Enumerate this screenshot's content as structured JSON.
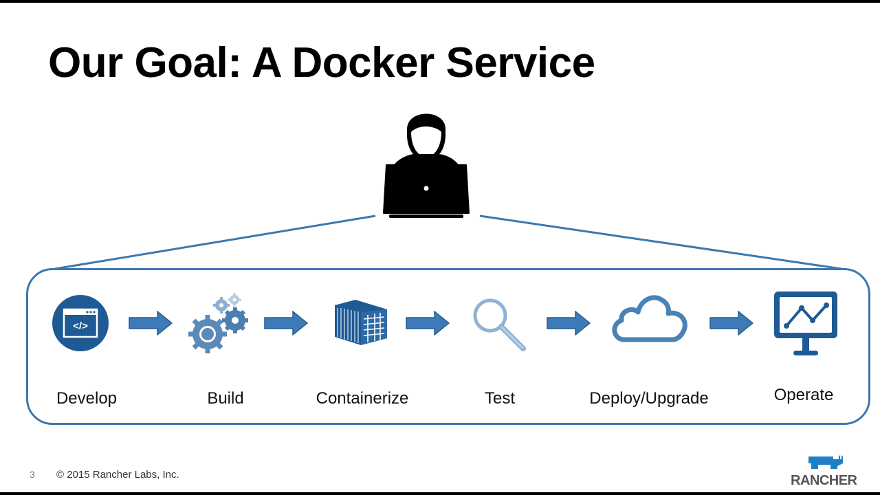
{
  "slide": {
    "title": "Our Goal: A Docker Service",
    "page_number": "3",
    "copyright": "© 2015 Rancher Labs, Inc.",
    "logo_text": "RANCHER"
  },
  "colors": {
    "accent": "#2e6aa6",
    "accent_dark": "#1f5a94",
    "arrow": "#3d7ab8",
    "gear": "#5b8ab8",
    "text": "#111111"
  },
  "actor": {
    "icon": "user-with-laptop-icon"
  },
  "pipeline": {
    "steps": [
      {
        "label": "Develop",
        "icon": "code-window-icon"
      },
      {
        "label": "Build",
        "icon": "gears-icon"
      },
      {
        "label": "Containerize",
        "icon": "shipping-container-icon"
      },
      {
        "label": "Test",
        "icon": "magnifier-icon"
      },
      {
        "label": "Deploy/Upgrade",
        "icon": "cloud-icon"
      },
      {
        "label": "Operate",
        "icon": "monitor-chart-icon"
      }
    ]
  }
}
